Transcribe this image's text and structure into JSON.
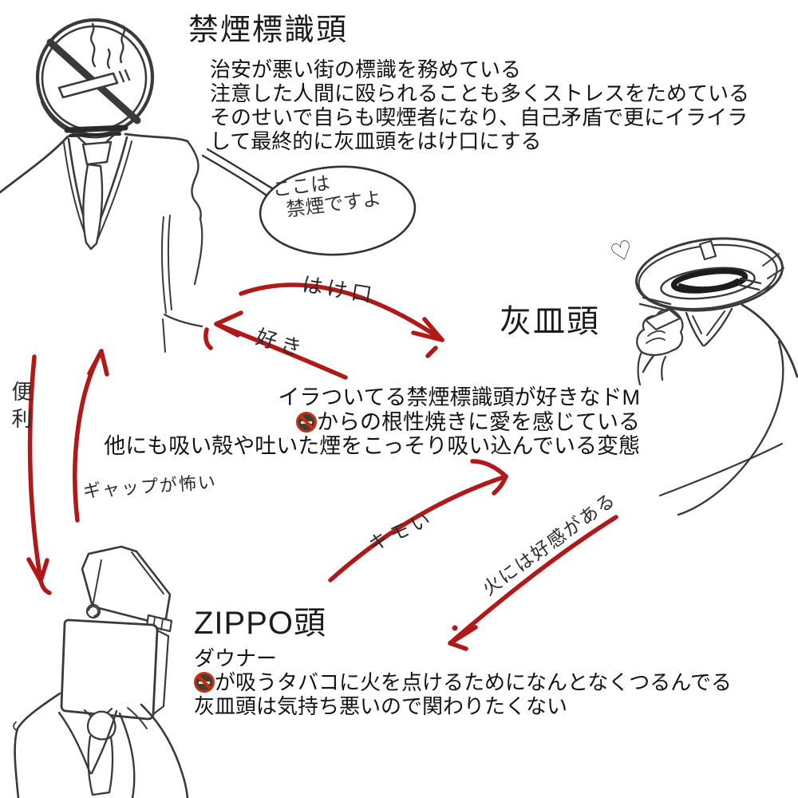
{
  "colors": {
    "background": "#ffffff",
    "ink": "#3a3a3a",
    "dark_ink": "#1d1d1d",
    "text": "#141414",
    "arrow_red": "#b11818",
    "emoji_ring_red": "#c23216"
  },
  "characters": {
    "no_smoking_sign": {
      "name": "禁煙標識頭",
      "description": [
        "治安が悪い街の標識を務めている",
        "注意した人間に殴られることも多くストレスをためている",
        "そのせいで自らも喫煙者になり、自己矛盾で更にイライラ",
        "して最終的に灰皿頭をはけ口にする"
      ],
      "speech": [
        "ここは",
        "禁煙ですよ"
      ]
    },
    "ashtray": {
      "name": "灰皿頭",
      "description_line1": "イラついてる禁煙標識頭が好きなドM",
      "description_line2_after_emoji": "からの根性焼きに愛を感じている",
      "description_line3": "他にも吸い殻や吐いた煙をこっそり吸い込んでいる変態",
      "heart_glyph": "♡"
    },
    "zippo": {
      "name": "ZIPPO頭",
      "description_line1": "ダウナー",
      "description_line2_after_emoji": "が吸うタバコに火を点けるためになんとなくつるんでる",
      "description_line3": "灰皿頭は気持ち悪いので関わりたくない"
    }
  },
  "relations": {
    "hakeguchi": "はけ口",
    "suki": "好き",
    "benri": "便利",
    "gap_scary": "ギャップが怖い",
    "kimoi": "キモい",
    "fire_likes": "火には好感がある"
  },
  "icons": {
    "no_smoking_emoji": "no-smoking-emoji",
    "heart": "heart-doodle"
  }
}
